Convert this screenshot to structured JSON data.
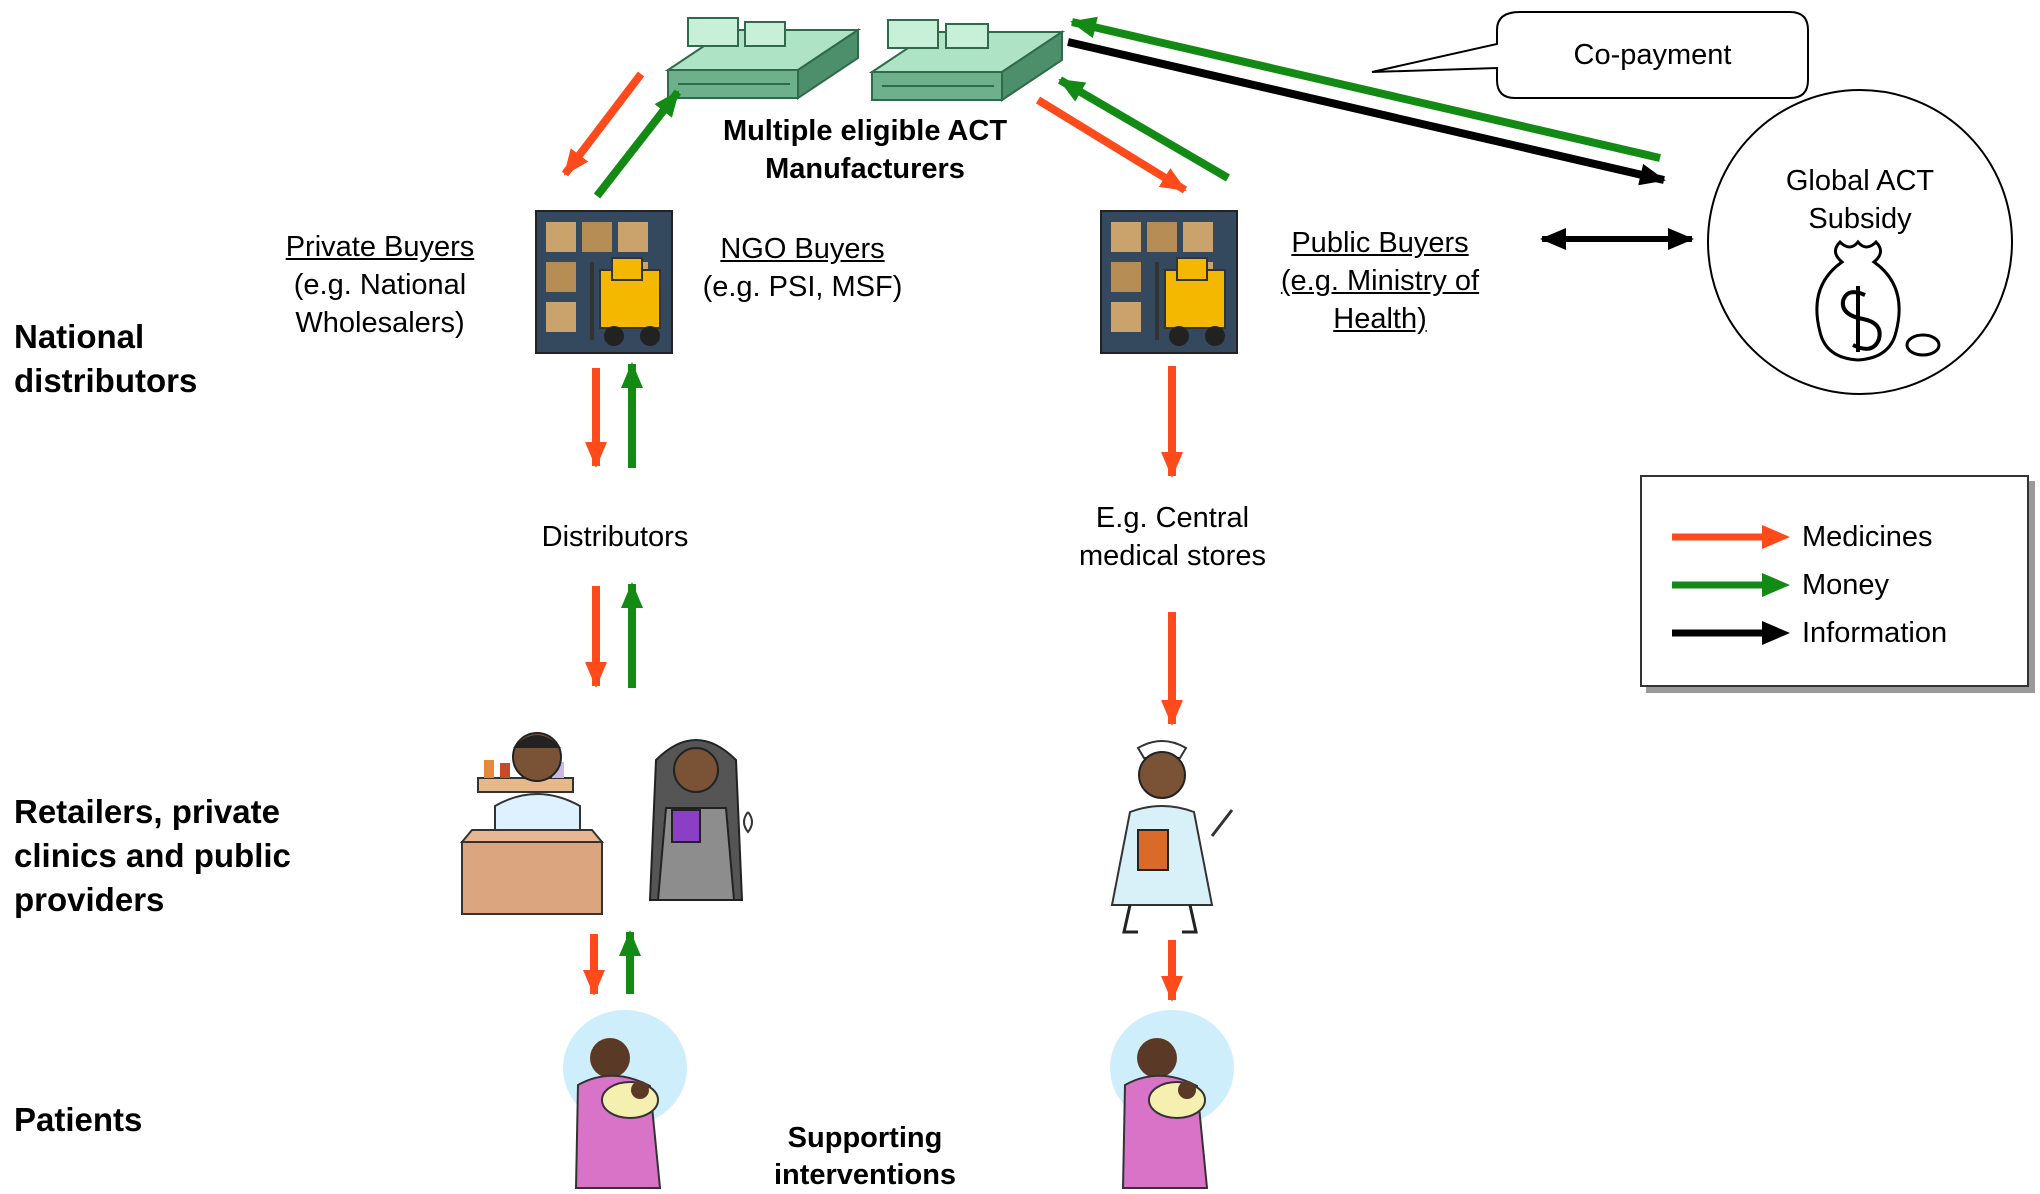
{
  "manufacturers": {
    "line1": "Multiple eligible ACT",
    "line2": "Manufacturers"
  },
  "copayment": "Co-payment",
  "subsidy": {
    "line1": "Global ACT",
    "line2": "Subsidy"
  },
  "private_buyers": {
    "title": "Private Buyers",
    "line2": "(e.g. National",
    "line3": "Wholesalers)"
  },
  "ngo_buyers": {
    "title": "NGO Buyers",
    "line2": "(e.g. PSI, MSF)"
  },
  "public_buyers": {
    "title": "Public Buyers",
    "line2": "(e.g. Ministry of",
    "line3": "Health)"
  },
  "distributors": "Distributors",
  "central_stores": {
    "line1": "E.g. Central",
    "line2": "medical stores"
  },
  "rows": {
    "national": [
      "National",
      "distributors"
    ],
    "retailers": [
      "Retailers, private",
      "clinics and public",
      "providers"
    ],
    "patients": "Patients"
  },
  "supporting": {
    "line1": "Supporting",
    "line2": "interventions"
  },
  "legend": {
    "items": [
      {
        "label": "Medicines",
        "color": "#ff4a1c"
      },
      {
        "label": "Money",
        "color": "#138a13"
      },
      {
        "label": "Information",
        "color": "#000000"
      }
    ]
  },
  "colors": {
    "medicines": "#ff4a1c",
    "money": "#138a13",
    "information": "#000000"
  }
}
